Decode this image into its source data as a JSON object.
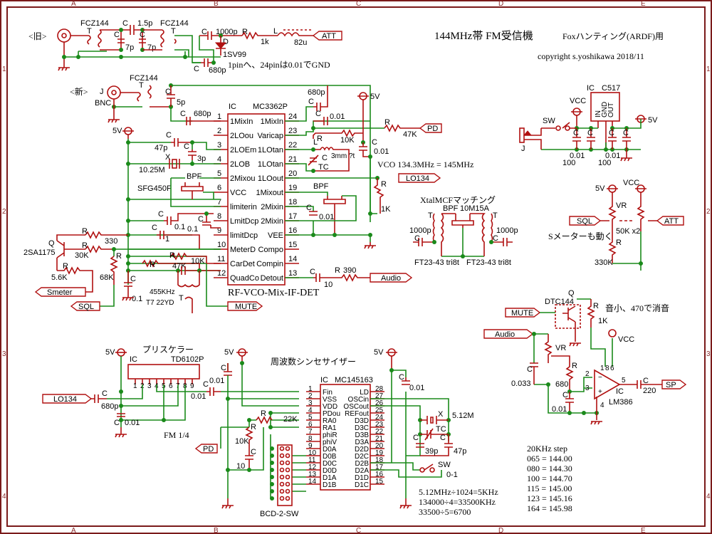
{
  "title": {
    "main": "144MHz帯 FM受信機",
    "sub": "Foxハンティング(ARDF)用",
    "copyright": "copyright  s.yoshikawa  2018/11"
  },
  "grid": {
    "cols": [
      "A",
      "B",
      "C",
      "D",
      "E"
    ],
    "rows": [
      "1",
      "2",
      "3",
      "4"
    ]
  },
  "old_frontend": {
    "label": "<旧>",
    "t1": "FCZ144",
    "t1_ref": "T",
    "t2": "FCZ144",
    "t2_ref": "T",
    "c_series": "C",
    "c_series_val": "1.5p",
    "c1": "C",
    "c1_val": "7p",
    "c2": "C",
    "c2_val": "7p",
    "c_1000p": "C",
    "c_1000p_val": "1000p",
    "r_ref": "R",
    "r_val": "1k",
    "l_ref": "L",
    "l_val": "82u",
    "d_ref": "D",
    "d_val": "1SV99",
    "c_680p": "C",
    "c_680p_val": "680p",
    "note": "1pinへ、24pinは0.01でGND",
    "port_att": "ATT"
  },
  "new_frontend": {
    "label": "<新>",
    "j_ref": "J",
    "j_val": "BNC",
    "t_val": "FCZ144",
    "t_ref": "T",
    "c5p": "C",
    "c5p_val": "5p",
    "c680": "C",
    "c680_val": "680p"
  },
  "mc3362": {
    "ref": "IC",
    "name": "MC3362P",
    "caption": "RF-VCO-Mix-IF-DET",
    "left_pins": [
      {
        "num": "1",
        "name": "1MixIn"
      },
      {
        "num": "2",
        "name": "2LOou"
      },
      {
        "num": "3",
        "name": "2LOEm"
      },
      {
        "num": "4",
        "name": "2LOB"
      },
      {
        "num": "5",
        "name": "2Mixou"
      },
      {
        "num": "6",
        "name": "VCC"
      },
      {
        "num": "7",
        "name": "limiterin"
      },
      {
        "num": "8",
        "name": "LmitDcp"
      },
      {
        "num": "9",
        "name": "limitDcp"
      },
      {
        "num": "10",
        "name": "MeterD"
      },
      {
        "num": "11",
        "name": "CarDet"
      },
      {
        "num": "12",
        "name": "QuadCo"
      }
    ],
    "right_pins": [
      {
        "num": "24",
        "name": "1MixIn"
      },
      {
        "num": "23",
        "name": "Varicap"
      },
      {
        "num": "22",
        "name": "1LOtan"
      },
      {
        "num": "21",
        "name": "1LOtan"
      },
      {
        "num": "20",
        "name": "1LOout"
      },
      {
        "num": "19",
        "name": "1Mixout"
      },
      {
        "num": "18",
        "name": "2Mixin"
      },
      {
        "num": "17",
        "name": "2Mixin"
      },
      {
        "num": "16",
        "name": "VEE"
      },
      {
        "num": "15",
        "name": "Compo"
      },
      {
        "num": "14",
        "name": "Compin"
      },
      {
        "num": "13",
        "name": "Detout"
      }
    ]
  },
  "mc3362_parts": {
    "vcc": "5V",
    "c47": "C",
    "c47_val": "47p",
    "c3": "C",
    "c3_val": "3p",
    "x": "X",
    "x_val": "10.25M",
    "bpf": "BPF",
    "bpf_val": "SFG450F",
    "c8": "C",
    "c8_val": "0.1",
    "c9": "C",
    "c9_val": "0.1",
    "c10": "C",
    "c10_val": "1",
    "q_ref": "Q",
    "q_val": "2SA1175",
    "r330": "R",
    "r330_val": "330",
    "r30k": "R",
    "r30k_val": "30K",
    "r68k": "R",
    "r68k_val": "68K",
    "r56k": "R",
    "r56k_val": "5.6K",
    "r10k": "R",
    "r10k_val": "10K",
    "r47k": "R",
    "r47k_val": "47K",
    "c01": "C",
    "c01_val": "0.1",
    "t_ref": "T",
    "t_val": "455KHz",
    "t_part": "T7 22YD",
    "port_smeter": "Smeter",
    "port_sql": "SQL",
    "port_mute": "MUTE",
    "c_audio": "C",
    "c_audio_val": "10",
    "r_audio": "R",
    "r_audio_val": "390",
    "port_audio": "Audio"
  },
  "vco": {
    "vcc": "5V",
    "c680": "C",
    "c680_val": "680p",
    "c001": "C",
    "c001_val": "0.01",
    "r47k": "R",
    "r47k_val": "47K",
    "port_pd": "PD",
    "r10k": "R",
    "r10k_val": "10K",
    "l_ref": "L",
    "l_val": "3mm ?t",
    "tc": "C",
    "tc_val": "TC",
    "c_vcc": "C",
    "c_vcc_val": "0.01",
    "note": "VCO 134.3MHz = 145MHz",
    "port_lo": "LO134",
    "r1k": "R",
    "r1k_val": "1K",
    "bpf2": "BPF",
    "c18": "C",
    "c18_val": "0.01"
  },
  "xtal_mcf": {
    "title": "XtalMCFマッチング",
    "bpf": "BPF",
    "bpf_val": "10M15A",
    "t_left": "T",
    "t_right": "T",
    "c_left": "C",
    "c_left_val": "1000p",
    "c_right": "C",
    "c_right_val": "1000p",
    "core_left": "FT23-43 tri8t",
    "core_right": "FT23-43 tri8t"
  },
  "power": {
    "ic_ref": "IC",
    "ic_val": "C517",
    "ic_pins": [
      "IN",
      "GND",
      "OUT"
    ],
    "vcc": "VCC",
    "v5": "5V",
    "sw": "SW",
    "j": "J",
    "c1": "C",
    "c1_val": "100",
    "c2": "C",
    "c2_val": "0.01",
    "c3": "C",
    "c3_val": "100",
    "c4": "C",
    "c4_val": "0.01"
  },
  "vr_block": {
    "v5": "5V",
    "vcc": "VCC",
    "vr": "VR",
    "vr_val": "50K x2",
    "port_sql": "SQL",
    "port_att": "ATT",
    "note": "Sメーターも動く",
    "r": "R",
    "r_val": "330K"
  },
  "audio_amp": {
    "q_ref": "Q",
    "q_val": "DTC144",
    "port_mute": "MUTE",
    "r": "R",
    "r_val": "1K",
    "note": "音小、470で消音",
    "vcc": "VCC",
    "port_audio": "Audio",
    "vr": "VR",
    "c033": "C",
    "c033_val": "0.033",
    "r680": "R",
    "r680_val": "680",
    "c001": "C",
    "c001_val": "0.01",
    "ic_ref": "IC",
    "ic_val": "LM386",
    "pins": {
      "p1": "1",
      "p8": "8",
      "p6": "6",
      "p2": "2",
      "p3": "3",
      "p4": "4",
      "p5": "5"
    },
    "c220": "C",
    "c220_val": "220",
    "port_sp": "SP"
  },
  "prescaler": {
    "title": "プリスケラー",
    "vcc": "5V",
    "ic_ref": "IC",
    "ic_val": "TD6102P",
    "pins": [
      "1",
      "2",
      "3",
      "4",
      "5",
      "6",
      "7",
      "8",
      "9"
    ],
    "port_lo": "LO134",
    "c680": "C",
    "c680_val": "680p",
    "c001": "C",
    "c001_val": "0.01",
    "c001b": "C",
    "c001b_val": "0.01",
    "note": "FM  1/4"
  },
  "synth": {
    "title": "周波数シンセサイザー",
    "vcc": "5V",
    "vcc2": "5V",
    "ic_ref": "IC",
    "ic_val": "MC145163",
    "left_pins": [
      {
        "num": "1",
        "name": "Fin"
      },
      {
        "num": "2",
        "name": "VSS"
      },
      {
        "num": "3",
        "name": "VDD"
      },
      {
        "num": "4",
        "name": "PDou"
      },
      {
        "num": "5",
        "name": "RA0"
      },
      {
        "num": "6",
        "name": "RA1"
      },
      {
        "num": "7",
        "name": "phiR"
      },
      {
        "num": "8",
        "name": "phiV"
      },
      {
        "num": "9",
        "name": "D0A"
      },
      {
        "num": "10",
        "name": "D0B"
      },
      {
        "num": "11",
        "name": "D0C"
      },
      {
        "num": "12",
        "name": "D0D"
      },
      {
        "num": "13",
        "name": "D1A"
      },
      {
        "num": "14",
        "name": "D1B"
      }
    ],
    "right_pins": [
      {
        "num": "28",
        "name": "LD"
      },
      {
        "num": "27",
        "name": "OSCin"
      },
      {
        "num": "26",
        "name": "OSCout"
      },
      {
        "num": "25",
        "name": "REFout"
      },
      {
        "num": "24",
        "name": "D3D"
      },
      {
        "num": "23",
        "name": "D3C"
      },
      {
        "num": "22",
        "name": "D3B"
      },
      {
        "num": "21",
        "name": "D3A"
      },
      {
        "num": "20",
        "name": "D2D"
      },
      {
        "num": "19",
        "name": "D2C"
      },
      {
        "num": "18",
        "name": "D2B"
      },
      {
        "num": "17",
        "name": "D2A"
      },
      {
        "num": "16",
        "name": "D1D"
      },
      {
        "num": "15",
        "name": "D1C"
      }
    ],
    "c_top": "C",
    "c_top_val": "0.01",
    "r22k": "R",
    "r22k_val": "22K",
    "r10k": "R",
    "r10k_val": "10K",
    "c10": "C",
    "c10_val": "10",
    "port_pd": "PD",
    "bcd": "BCD-2-SW",
    "c_right": "C",
    "c_right_val": "0.01",
    "x": "X",
    "x_val": "5.12M",
    "tc": "TC",
    "c39": "C",
    "c39_val": "39p",
    "c47": "C",
    "c47_val": "47p",
    "sw": "SW",
    "sw_val": "0-1",
    "calc": [
      "5.12MHz÷1024=5KHz",
      "134000÷4=33500KHz",
      "33500÷5=6700"
    ]
  },
  "step_table": {
    "title": "20KHz step",
    "rows": [
      "065 = 144.00",
      "080 = 144.30",
      "100 = 144.70",
      "115 = 145.00",
      "123 = 145.16",
      "164 = 145.98"
    ]
  }
}
